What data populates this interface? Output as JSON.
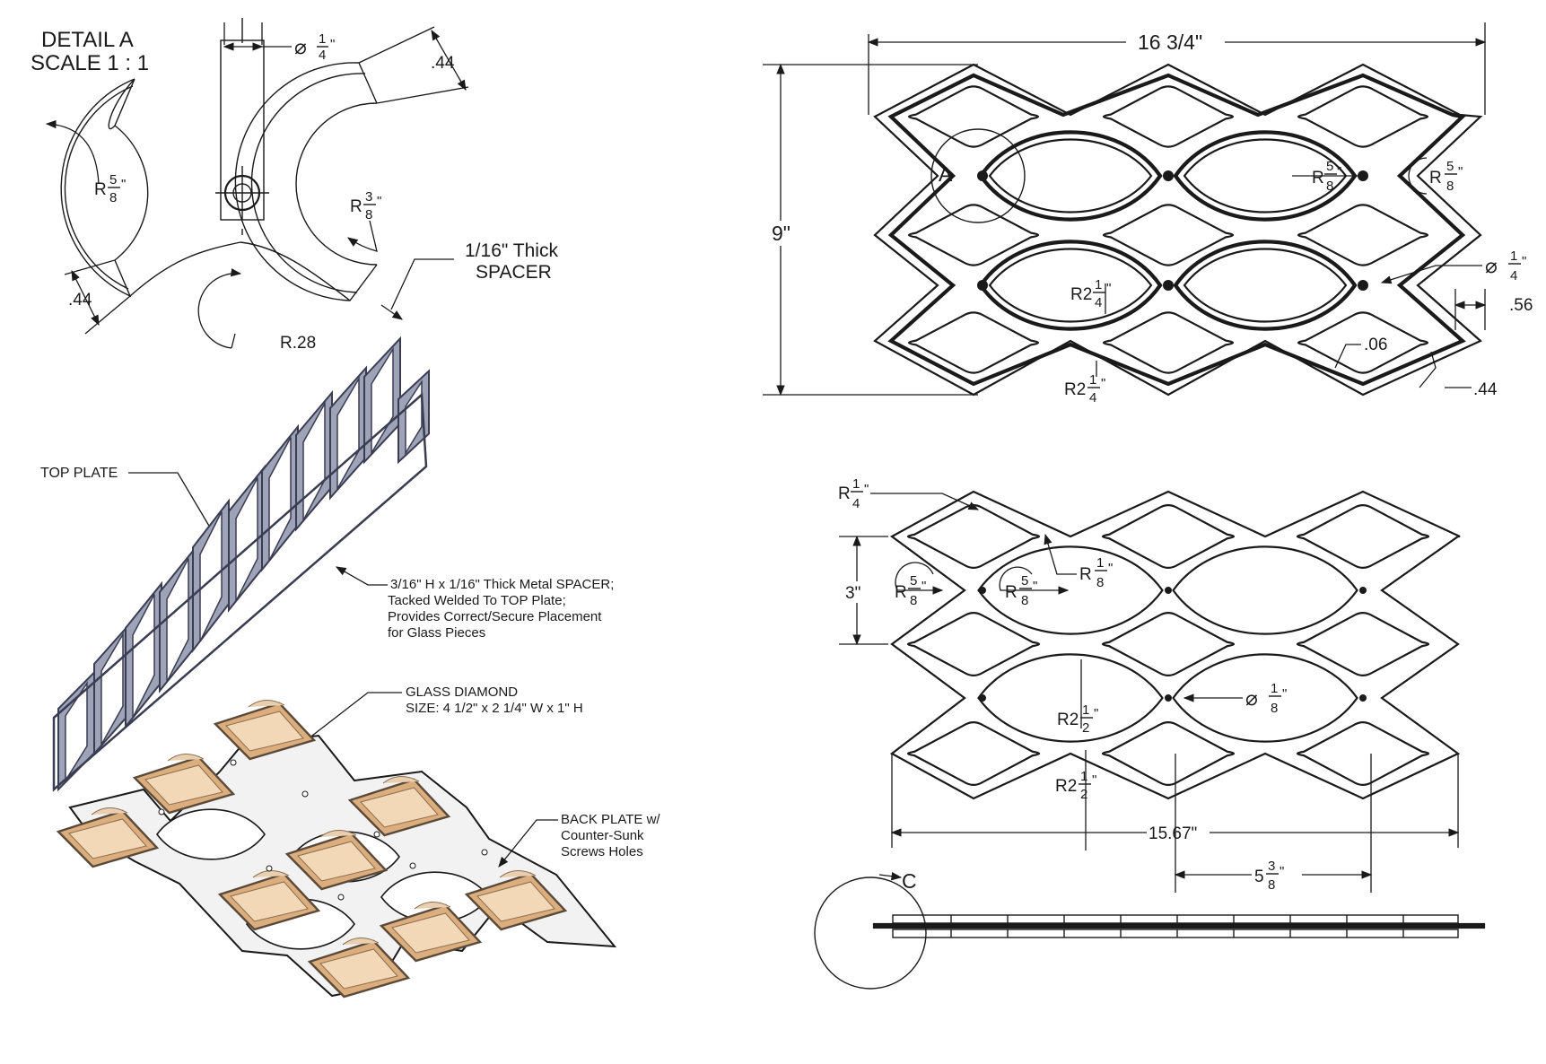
{
  "detail_a": {
    "title": "DETAIL A",
    "scale": "SCALE 1 : 1",
    "dia_quarter": {
      "prefix": "⌀",
      "num": "1",
      "den": "4",
      "suffix": "\""
    },
    "dim_44_top": ".44",
    "r_five_eighths": {
      "prefix": "R",
      "num": "5",
      "den": "8",
      "suffix": "\""
    },
    "r_three_eighths": {
      "prefix": "R",
      "num": "3",
      "den": "8",
      "suffix": "\""
    },
    "spacer_line1": "1/16\" Thick",
    "spacer_line2": "SPACER",
    "dim_44_left": ".44",
    "r_28": "R.28"
  },
  "top_view": {
    "width": "16  3/4\"",
    "height": "9\"",
    "detail_callout": "A",
    "r_left": {
      "prefix": "R",
      "num": "5",
      "den": "8",
      "suffix": "\""
    },
    "r_right": {
      "prefix": "R",
      "num": "5",
      "den": "8",
      "suffix": "\""
    },
    "r_two_quarter_mid": {
      "prefix": "R2",
      "num": "1",
      "den": "4",
      "suffix": "\""
    },
    "r_two_quarter_bot": {
      "prefix": "R2",
      "num": "1",
      "den": "4",
      "suffix": "\""
    },
    "dia_quarter": {
      "prefix": "⌀",
      "num": "1",
      "den": "4",
      "suffix": "\""
    },
    "dim_56": ".56",
    "dim_06": ".06",
    "dim_44": ".44"
  },
  "back_view": {
    "r_quarter": {
      "prefix": "R",
      "num": "1",
      "den": "4",
      "suffix": "\""
    },
    "r_eighth": {
      "prefix": "R",
      "num": "1",
      "den": "8",
      "suffix": "\""
    },
    "height_3": "3\"",
    "r_left_a": {
      "prefix": "R",
      "num": "5",
      "den": "8",
      "suffix": "\""
    },
    "r_left_b": {
      "prefix": "R",
      "num": "5",
      "den": "8",
      "suffix": "\""
    },
    "dia_eighth": {
      "prefix": "⌀",
      "num": "1",
      "den": "8",
      "suffix": "\""
    },
    "r_two_half_a": {
      "prefix": "R2",
      "num": "1",
      "den": "2",
      "suffix": "\""
    },
    "r_two_half_b": {
      "prefix": "R2",
      "num": "1",
      "den": "2",
      "suffix": "\""
    },
    "width": "15.67\"",
    "pitch": {
      "prefix": "5",
      "num": "3",
      "den": "8",
      "suffix": "\""
    }
  },
  "side_view": {
    "detail_callout": "C"
  },
  "exploded_view": {
    "top_plate": "TOP PLATE",
    "spacer_note": [
      "3/16\" H x 1/16\" Thick Metal SPACER;",
      "Tacked Welded To TOP Plate;",
      "Provides Correct/Secure Placement",
      "for Glass Pieces"
    ],
    "glass_line1": "GLASS DIAMOND",
    "glass_line2": "SIZE: 4 1/2\" x 2 1/4\" W x 1\" H",
    "back_plate": [
      "BACK PLATE w/",
      "Counter-Sunk",
      "Screws Holes"
    ]
  },
  "colors": {
    "ink": "#1a1a1a",
    "plate_fill": "#9ea3b8",
    "plate_dark": "#3a3d52",
    "glass_fill": "#dcae7e",
    "glass_light": "#f2d8b6",
    "back_plate_fill": "#f2f2f2"
  },
  "icons": {
    "detail_callout": "circle-callout-icon",
    "center_mark": "center-mark-icon",
    "arrow": "dimension-arrow-icon"
  }
}
